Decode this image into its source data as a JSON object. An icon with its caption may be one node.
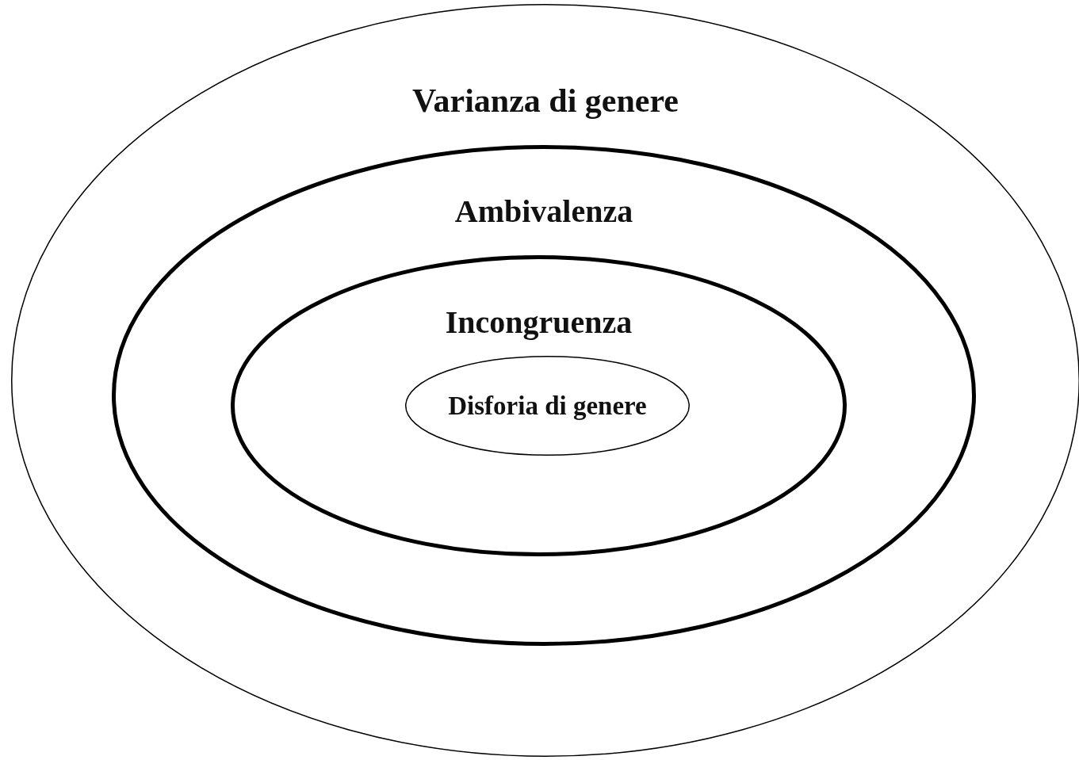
{
  "diagram": {
    "nodes": [
      {
        "text": [
          "Varianza di genere"
        ]
      },
      {
        "text": [
          "Ambivalenza"
        ],
        "in": 0
      },
      {
        "text": [
          "Incongruenza"
        ],
        "in": 1
      },
      {
        "text": [
          "Disforia di genere"
        ],
        "in": 2
      }
    ]
  }
}
